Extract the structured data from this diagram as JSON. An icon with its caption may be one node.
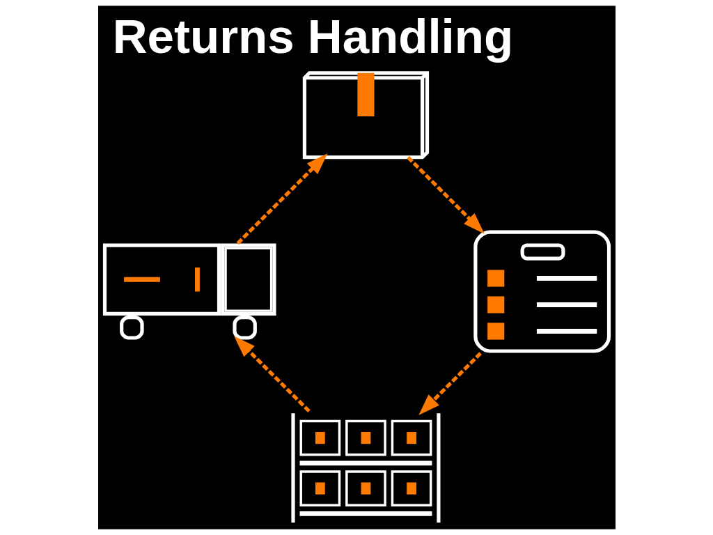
{
  "diagram": {
    "title": "Returns Handling",
    "nodes": [
      {
        "text": [],
        "shape": "picture"
      },
      {
        "text": [],
        "shape": "picture"
      },
      {
        "text": [],
        "shape": "picture"
      },
      {
        "text": [],
        "shape": "picture"
      }
    ],
    "edges": [
      {
        "from": 0,
        "to": 1,
        "arrow": "to",
        "style": "dashed"
      },
      {
        "from": 1,
        "to": 2,
        "arrow": "to",
        "style": "dashed"
      },
      {
        "from": 2,
        "to": 3,
        "arrow": "to",
        "style": "dashed"
      },
      {
        "from": 3,
        "to": 0,
        "arrow": "to",
        "style": "dashed"
      }
    ]
  }
}
